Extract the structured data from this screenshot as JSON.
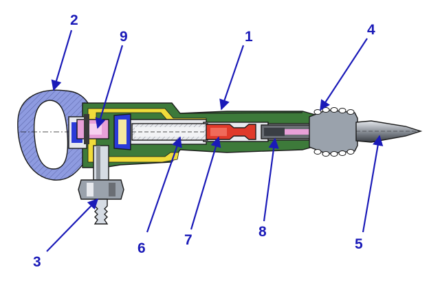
{
  "colors": {
    "label": "#1a1ab8",
    "handle": "#8e9be0",
    "body_green": "#3d7a3a",
    "body_yellow": "#f0dc3a",
    "piston_red": "#e03a2a",
    "valve_pink": "#e8a0d8",
    "valve_blue": "#2a3ad8",
    "steel": "#d6dce4",
    "dark_steel": "#6a6e74",
    "hatch": "#3a3a3a"
  },
  "callouts": [
    {
      "id": "1",
      "text": "1",
      "part": "housing"
    },
    {
      "id": "2",
      "text": "2",
      "part": "handle"
    },
    {
      "id": "3",
      "text": "3",
      "part": "air-inlet-nipple"
    },
    {
      "id": "4",
      "text": "4",
      "part": "retaining-spring"
    },
    {
      "id": "5",
      "text": "5",
      "part": "chisel"
    },
    {
      "id": "6",
      "text": "6",
      "part": "cylinder"
    },
    {
      "id": "7",
      "text": "7",
      "part": "piston"
    },
    {
      "id": "8",
      "text": "8",
      "part": "striker"
    },
    {
      "id": "9",
      "text": "9",
      "part": "valve"
    }
  ]
}
